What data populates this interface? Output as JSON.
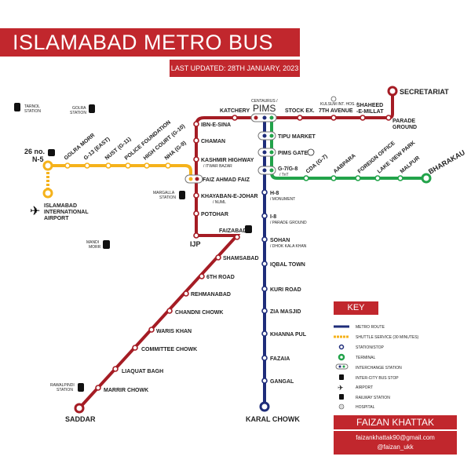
{
  "header": {
    "title": "ISLAMABAD METRO BUS MAP",
    "updated": "LAST UPDATED: 28TH JANUARY, 2023"
  },
  "colors": {
    "red_line": "#a51c24",
    "blue_line": "#1f2d7a",
    "green_line": "#22a34a",
    "orange_line": "#f5b21b",
    "brand": "#c1272d"
  },
  "red_line": {
    "terminal_north": "SECRETARIAT",
    "terminal_south": "SADDAR",
    "east": [
      "KATCHERY",
      "STOCK EX.",
      "7TH AVENUE",
      "SHAHEED",
      "-E-MILLAT",
      "PARADE",
      "GROUND"
    ],
    "avenue_note": "KULSUM INT. HOS. /",
    "vertical": [
      "IBN-E-SINA",
      "CHAMAN",
      "KASHMIR HIGHWAY",
      "FAIZ AHMAD FAIZ",
      "KHAYABAN-E-JOHAR",
      "POTOHAR",
      "IJP"
    ],
    "vertical_notes": {
      "kashmir": "/ ITWAR BAZAR",
      "khayaban": "/ NUML"
    },
    "diagonal": [
      "FAIZABAD",
      "SHAMSABAD",
      "6TH ROAD",
      "REHMANABAD",
      "CHANDNI CHOWK",
      "WARIS KHAN",
      "COMMITTEE CHOWK",
      "LIAQUAT BAGH",
      "MARRIR CHOWK"
    ]
  },
  "pims": {
    "name": "PIMS",
    "note": "CENTAURUS /"
  },
  "blue_line": {
    "stations": [
      "TIPU MARKET",
      "PIMS GATE",
      "G-7/G-8",
      "H-8",
      "I-8",
      "SOHAN",
      "IQBAL TOWN",
      "KURI ROAD",
      "ZIA MASJID",
      "KHANNA PUL",
      "FAZAIA",
      "GANGAL"
    ],
    "notes": {
      "g7": "/ TnT",
      "h8": "/ MONUMENT",
      "i8": "/ PARADE GROUND",
      "sohan": "/ DHOK KALA KHAN"
    },
    "terminal": "KARAL CHOWK"
  },
  "green_line": {
    "stations": [
      "CDA (G-7)",
      "AABPARA",
      "FOREIGN OFFICE",
      "LAKE VIEW PARK",
      "MALPUR"
    ],
    "terminal": "BHARAKAU"
  },
  "orange_line": {
    "terminal": "26 no.",
    "terminal2": "N-5",
    "stations": [
      "GOLRA MORR",
      "G-13 (EAST)",
      "NUST (G-11)",
      "POLICE FOUNDATION",
      "HIGH COURT (G-10)",
      "NHA (G-9)"
    ],
    "airport": [
      "ISLAMABAD",
      "INTERNATIONAL",
      "AIRPORT"
    ]
  },
  "landmarks": {
    "tarnol": [
      "TARNOL",
      "STATION"
    ],
    "golra": [
      "GOLRA",
      "STATION"
    ],
    "margalla": [
      "MARGALLA",
      "STATION"
    ],
    "mandi": [
      "MANDI",
      "MORR"
    ],
    "rawalpindi": [
      "RAWALPINDI",
      "STATION"
    ]
  },
  "key": {
    "title": "KEY",
    "items": [
      "METRO ROUTE",
      "SHUTTLE SERVICE (30 MINUTES)",
      "STATION/STOP",
      "TERMINAL",
      "INTERCHANGE STATION",
      "INTER-CITY BUS STOP",
      "AIRPORT",
      "RAILWAY STATION",
      "HOSPITAL"
    ]
  },
  "author": {
    "name": "FAIZAN KHATTAK",
    "email": "faizankhattak90@gmail.com",
    "handle": "@faizan_ukk"
  }
}
